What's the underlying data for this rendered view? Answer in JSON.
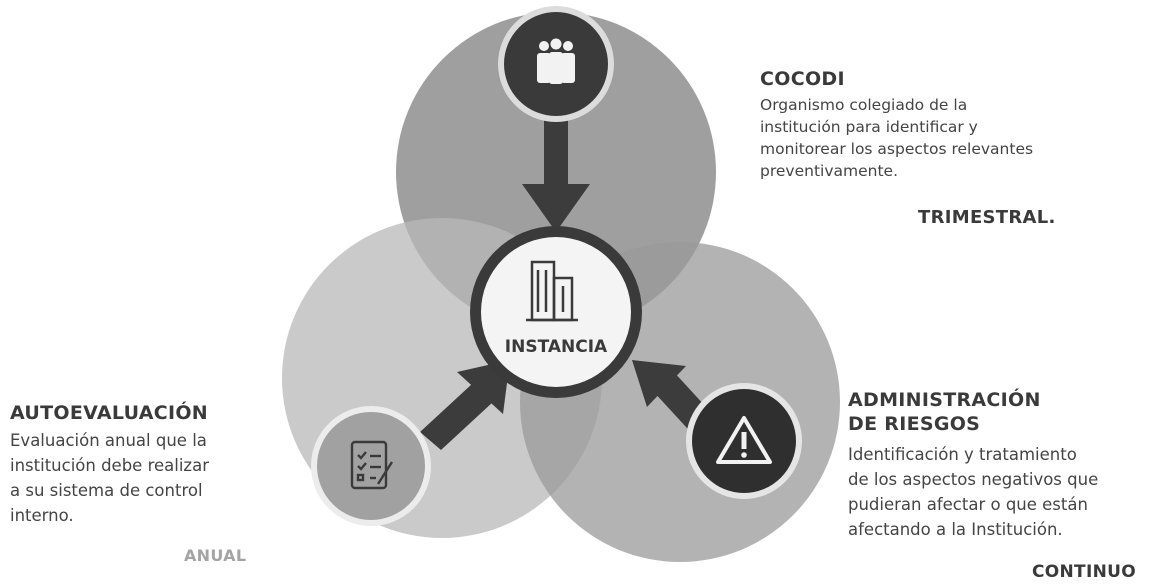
{
  "center": {
    "label": "INSTANCIA"
  },
  "cocodi": {
    "title": "COCODI",
    "desc_lines": [
      "Organismo colegiado de la",
      "institución para identificar y",
      "monitorear los aspectos relevantes",
      "preventivamente."
    ],
    "frequency": "TRIMESTRAL."
  },
  "autoevaluacion": {
    "title": "AUTOEVALUACIÓN",
    "desc_lines": [
      "Evaluación anual que la",
      "institución debe realizar",
      "a su sistema de control",
      "interno."
    ],
    "frequency": "ANUAL"
  },
  "riesgos": {
    "title_lines": [
      "ADMINISTRACIÓN",
      "DE RIESGOS"
    ],
    "desc_lines": [
      "Identificación y tratamiento",
      "de los aspectos negativos que",
      "pudieran afectar o que están",
      "afectando a la Institución."
    ],
    "frequency": "CONTINUO"
  },
  "colors": {
    "circle_top": "#8a8a8a",
    "circle_left": "#b8b8b8",
    "circle_right": "#9a9a9a",
    "icon_circle_top": "#3a3a3a",
    "icon_circle_left": "#9e9e9e",
    "icon_circle_right": "#2f2f2f",
    "arrow": "#3c3c3c",
    "center_ring": "#3a3a3a",
    "center_fill": "#f2f2f2"
  },
  "icons": {
    "top": "people-group-icon",
    "left": "checklist-icon",
    "right": "warning-icon",
    "center": "buildings-icon"
  }
}
